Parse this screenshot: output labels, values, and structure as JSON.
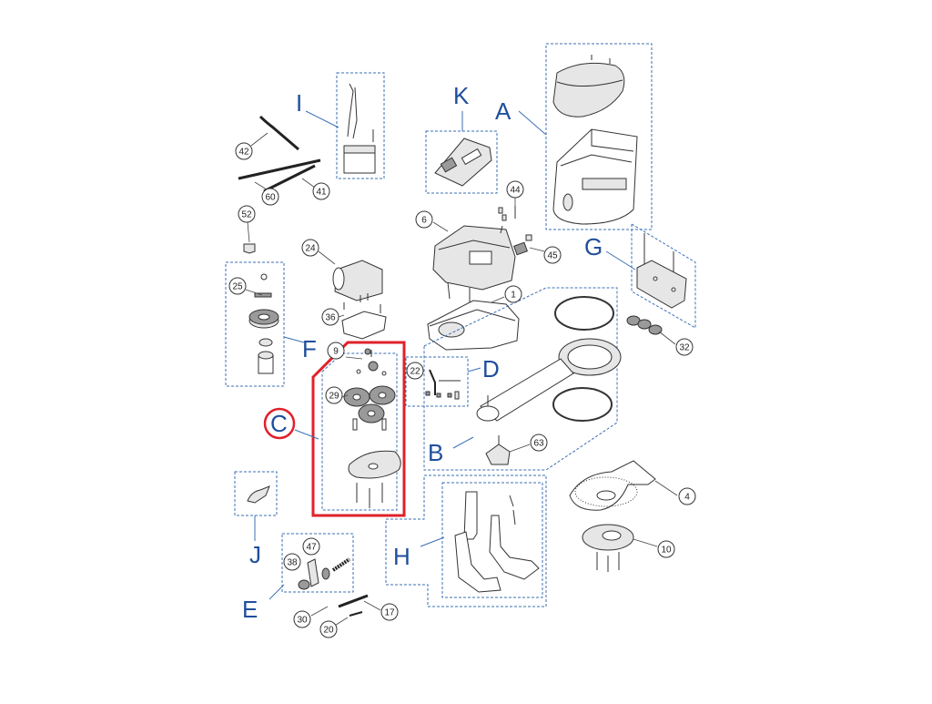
{
  "groups": {
    "A": "A",
    "B": "B",
    "C": "C",
    "D": "D",
    "E": "E",
    "F": "F",
    "G": "G",
    "H": "H",
    "I": "I",
    "J": "J",
    "K": "K"
  },
  "callouts": {
    "c1": "1",
    "c4": "4",
    "c6": "6",
    "c9": "9",
    "c10": "10",
    "c17": "17",
    "c20": "20",
    "c22": "22",
    "c24": "24",
    "c25": "25",
    "c29": "29",
    "c30": "30",
    "c32": "32",
    "c36": "36",
    "c38": "38",
    "c41": "41",
    "c42": "42",
    "c44": "44",
    "c45": "45",
    "c47": "47",
    "c52": "52",
    "c60": "60",
    "c63": "63"
  },
  "colors": {
    "label_blue": "#1f4e9c",
    "dashed_frame": "#3b6fb6",
    "highlight_red": "#e0212b"
  },
  "highlighted_group": "C"
}
